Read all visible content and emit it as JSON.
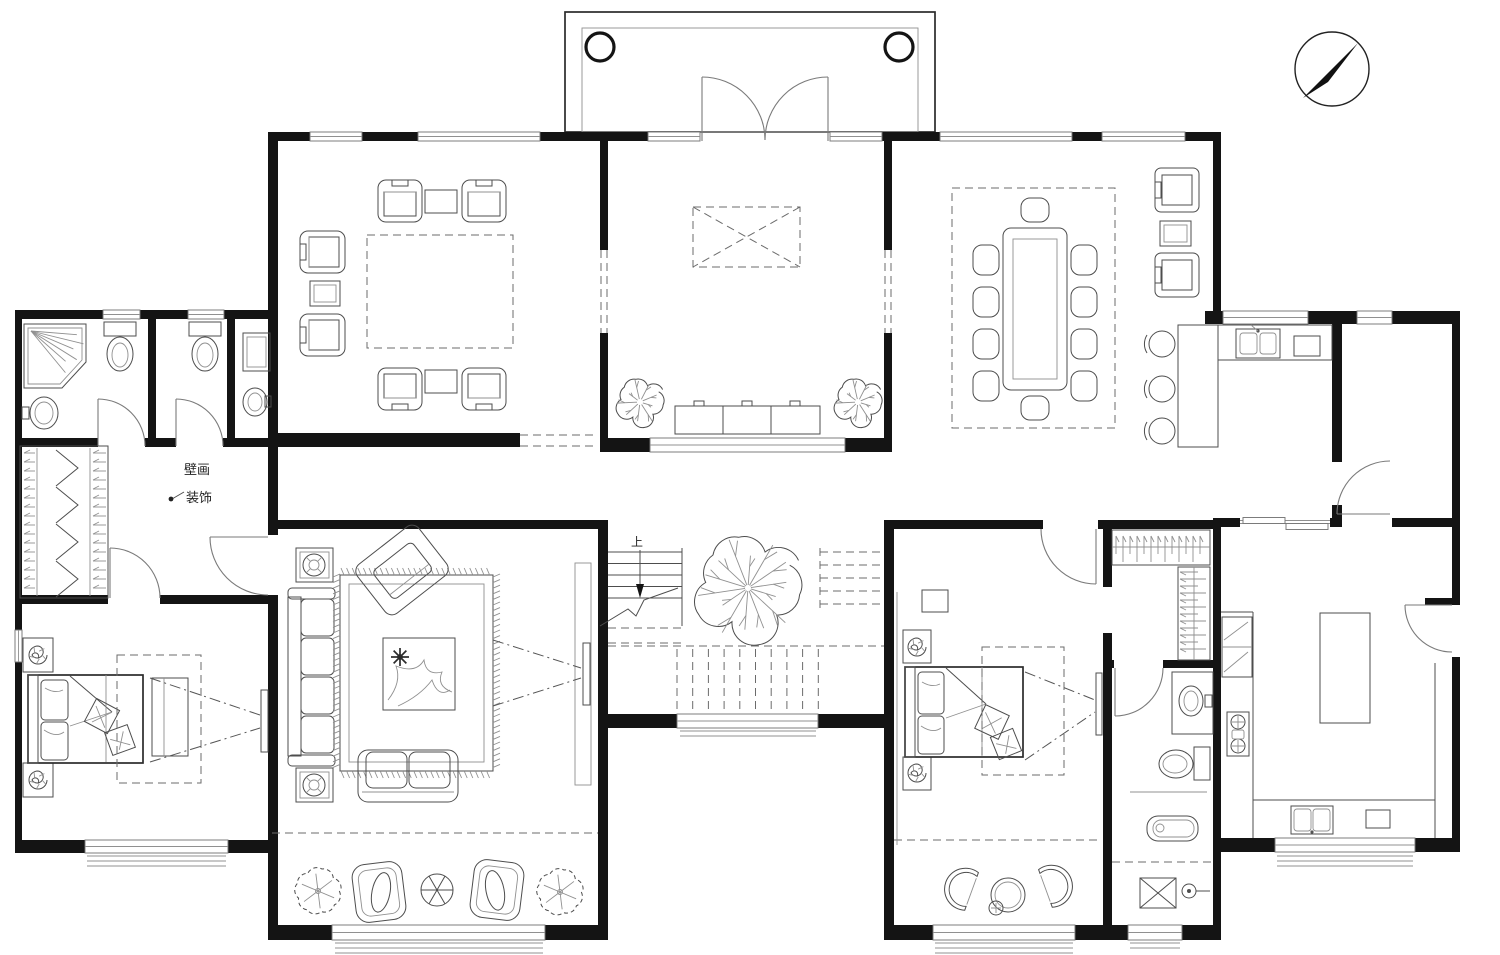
{
  "labels": {
    "wall_decor_line1": "壁画",
    "wall_decor_line2": "装饰",
    "stair_up": "上"
  },
  "icons": {
    "compass": "north-arrow-compass",
    "tree": "courtyard-tree",
    "stairs": "staircase-up-arrow"
  },
  "palette": {
    "background": "#ffffff",
    "wall": "#141414",
    "furniture_line": "#4d4d4d",
    "dashed_line": "#6b6b6b",
    "annotation_text": "#222222"
  }
}
